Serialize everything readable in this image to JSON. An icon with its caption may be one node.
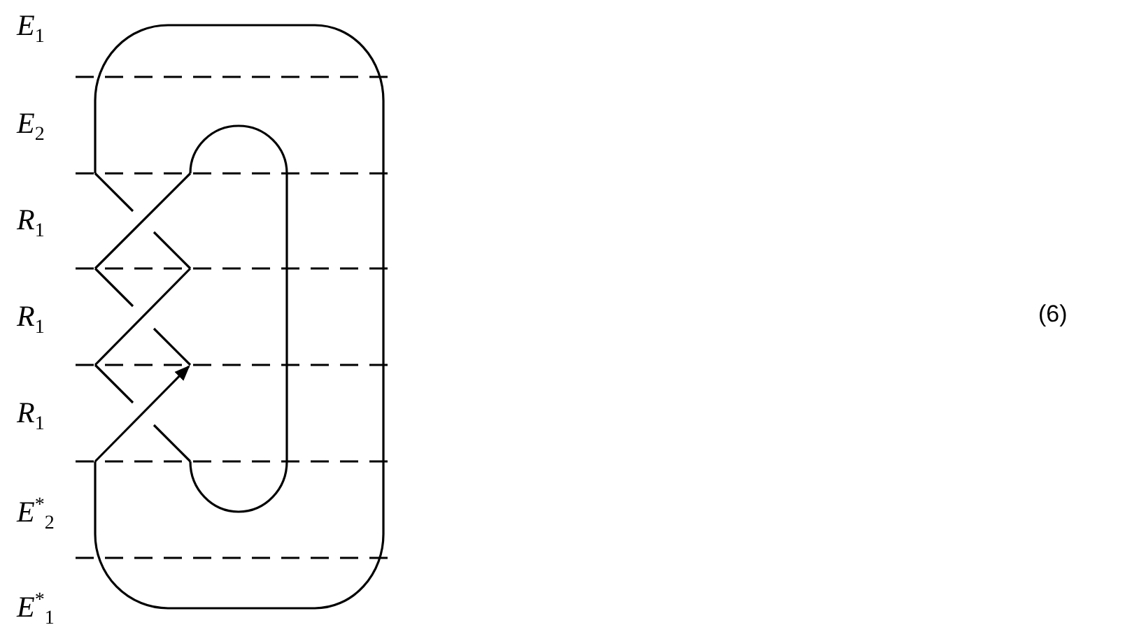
{
  "diagram": {
    "labels": [
      "*E*$_{1}$",
      "*E*$_{2}$",
      "*R*$_{1}$",
      "*R*$_{1}$",
      "*R*$_{1}$",
      "*E*$^{*}$$_{2}$",
      "*E*$^{*}$$_{1}$",
      "(6)"
    ]
  }
}
